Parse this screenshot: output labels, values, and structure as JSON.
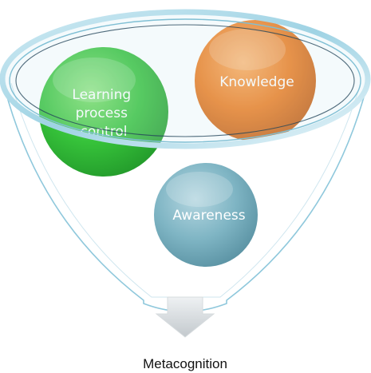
{
  "diagram": {
    "items": [
      {
        "label_lines": [
          "Learning",
          "process",
          "control"
        ],
        "color": "#3cc43a"
      },
      {
        "label_lines": [
          "Knowledge"
        ],
        "color": "#ee7b1c"
      },
      {
        "label_lines": [
          "Awareness"
        ],
        "color": "#7fb5c4"
      }
    ],
    "caption": "Metacognition",
    "funnel_color": "#8fc8dc",
    "arrow_color": "#d8dde0"
  }
}
